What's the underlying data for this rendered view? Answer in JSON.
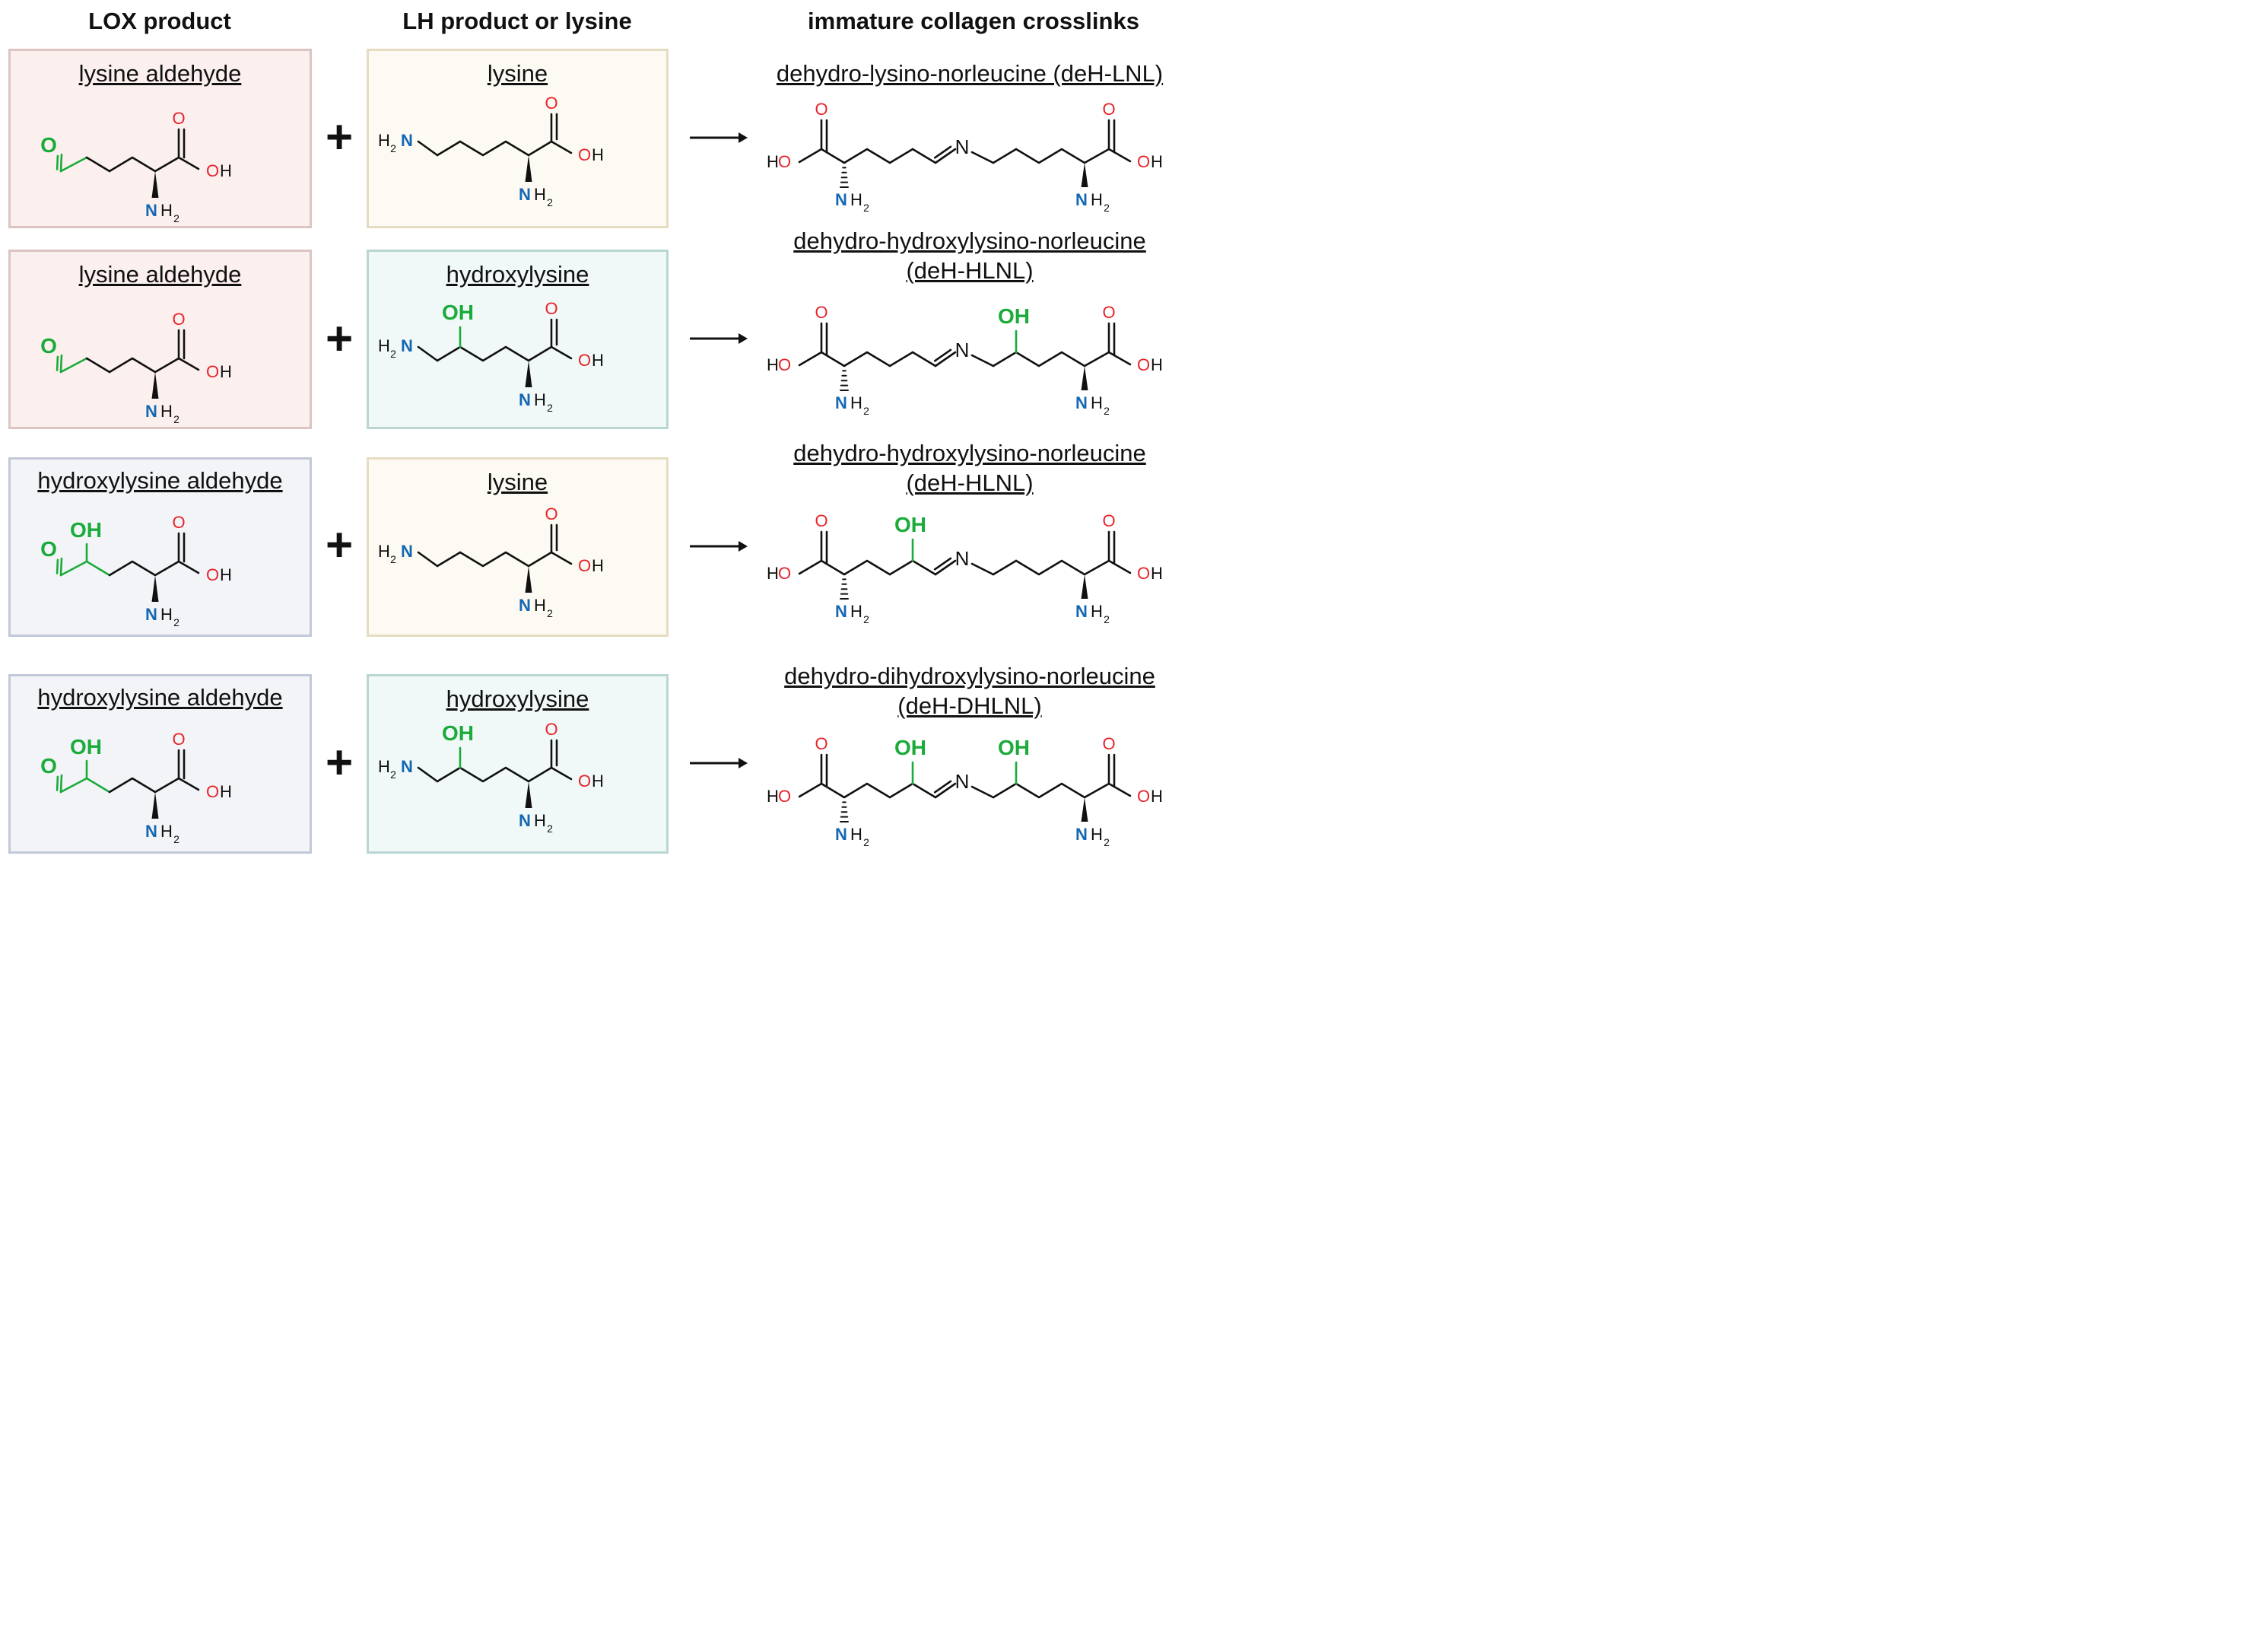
{
  "headers": {
    "lox": "LOX product",
    "lh": "LH product or lysine",
    "crosslinks": "immature collagen crosslinks"
  },
  "rows": [
    {
      "lox_name": "lysine aldehyde",
      "lh_name": "lysine",
      "product_name_line1": "dehydro-lysino-norleucine (deH-LNL)",
      "product_name_line2": ""
    },
    {
      "lox_name": "lysine aldehyde",
      "lh_name": "hydroxylysine",
      "product_name_line1": "dehydro-hydroxylysino-norleucine",
      "product_name_line2": "(deH-HLNL)"
    },
    {
      "lox_name": "hydroxylysine aldehyde",
      "lh_name": "lysine",
      "product_name_line1": "dehydro-hydroxylysino-norleucine",
      "product_name_line2": "(deH-HLNL)"
    },
    {
      "lox_name": "hydroxylysine aldehyde",
      "lh_name": "hydroxylysine",
      "product_name_line1": "dehydro-dihydroxylysino-norleucine",
      "product_name_line2": "(deH-DHLNL)"
    }
  ],
  "operator": "+",
  "atoms": {
    "O": "O",
    "OH": "OH",
    "HO": "HO",
    "N": "N",
    "H": "H",
    "sub2": "2"
  },
  "colors": {
    "oxygen": "#e8232a",
    "nitrogen": "#1468b3",
    "highlight": "#1aab3a",
    "bond": "#111111"
  }
}
